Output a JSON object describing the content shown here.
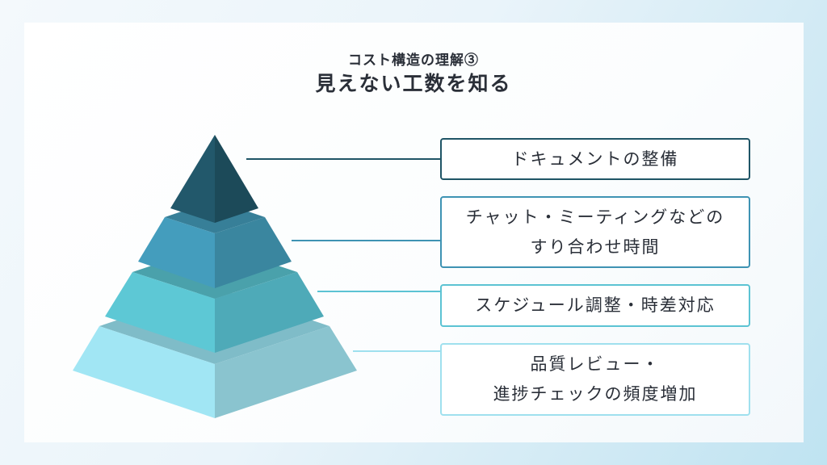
{
  "header": {
    "subtitle": "コスト構造の理解③",
    "title": "見えない工数を知る"
  },
  "tiers": [
    {
      "line1": "ドキュメントの整備",
      "color": "#1f5566"
    },
    {
      "line1": "チャット・ミーティングなどの",
      "line2": "すり合わせ時間",
      "color": "#3e93b3"
    },
    {
      "line1": "スケジュール調整・時差対応",
      "color": "#5cc3d3"
    },
    {
      "line1": "品質レビュー・",
      "line2": "進捗チェックの頻度増加",
      "color": "#9fe0ee"
    }
  ]
}
